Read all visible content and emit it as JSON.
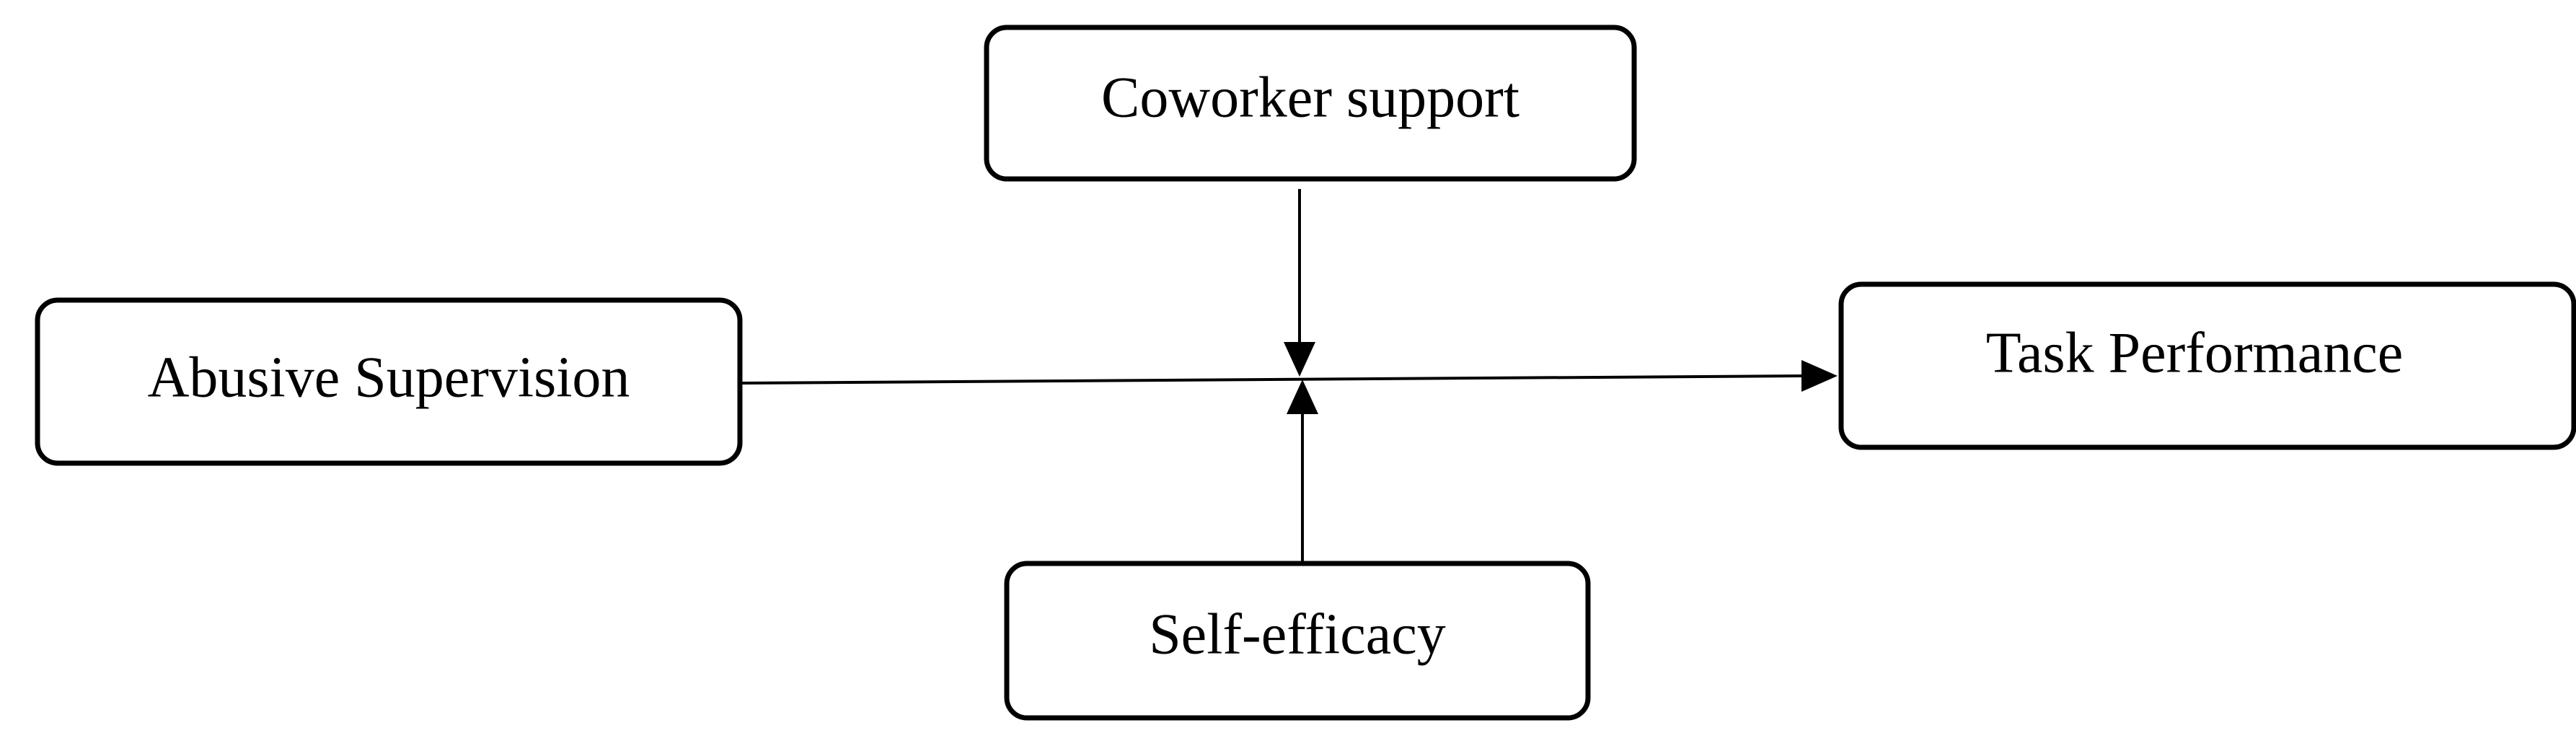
{
  "diagram": {
    "nodes": {
      "coworker_support": {
        "label": "Coworker support"
      },
      "abusive_supervision": {
        "label": "Abusive Supervision"
      },
      "task_performance": {
        "label": "Task Performance"
      },
      "self_efficacy": {
        "label": "Self-efficacy"
      }
    },
    "edges": [
      {
        "from": "Abusive Supervision",
        "to": "Task Performance"
      },
      {
        "from": "Coworker support",
        "to": "Abusive Supervision → Task Performance"
      },
      {
        "from": "Self-efficacy",
        "to": "Abusive Supervision → Task Performance"
      }
    ]
  }
}
